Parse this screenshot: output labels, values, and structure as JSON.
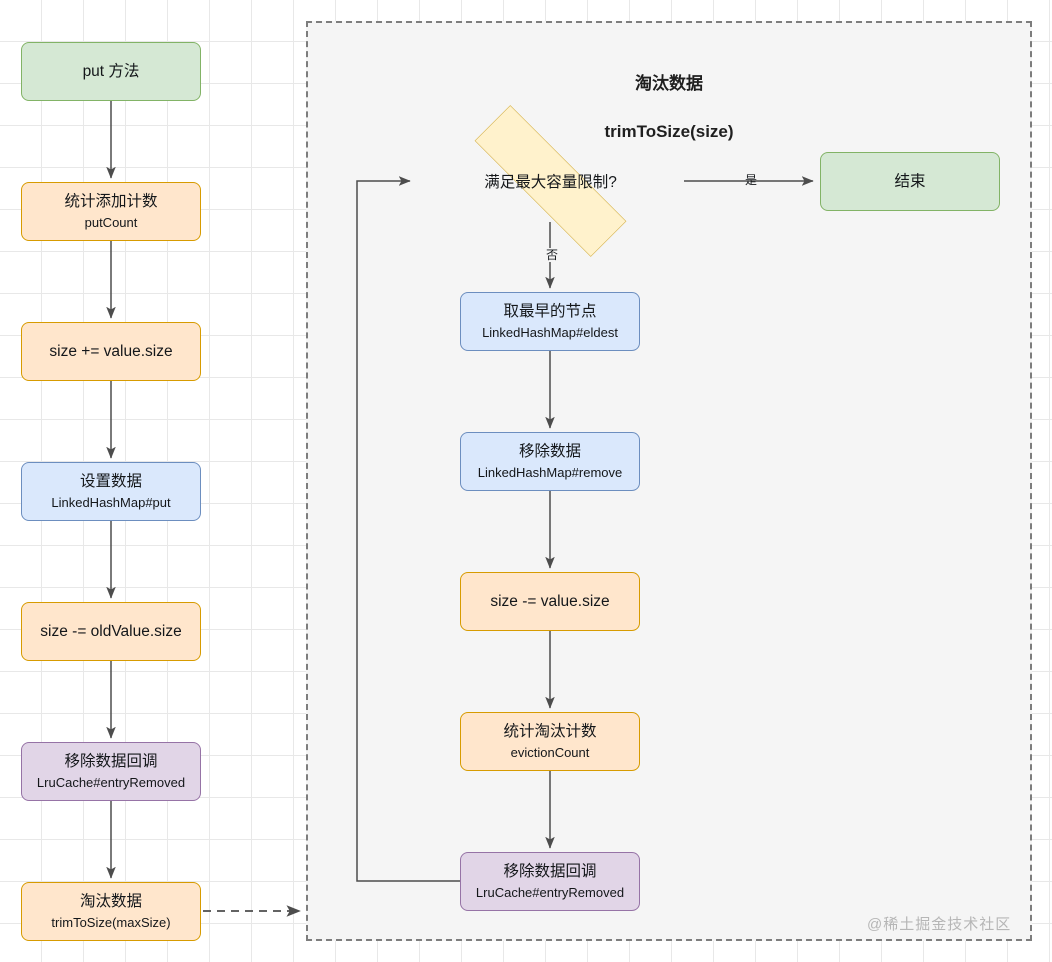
{
  "diagram": {
    "type": "flowchart",
    "watermark": "@稀土掘金技术社区",
    "colors": {
      "green_fill": "#d5e8d4",
      "green_stroke": "#82b366",
      "orange_fill": "#ffe6cc",
      "orange_stroke": "#d79b00",
      "blue_fill": "#dae8fc",
      "blue_stroke": "#6c8ebf",
      "purple_fill": "#e1d5e7",
      "purple_stroke": "#9673a6",
      "yellow_fill": "#fff2cc",
      "yellow_stroke": "#d6b656",
      "edge": "#4d4d4d",
      "container_fill": "#f5f5f5",
      "container_stroke": "#7d7d7d"
    }
  },
  "left_flow": {
    "nodes": [
      {
        "id": "put-method",
        "title": "put 方法",
        "subtitle": "",
        "color": "green"
      },
      {
        "id": "put-count",
        "title": "统计添加计数",
        "subtitle": "putCount",
        "color": "orange"
      },
      {
        "id": "size-add",
        "title": "size += value.size",
        "subtitle": "",
        "color": "orange"
      },
      {
        "id": "lhm-put",
        "title": "设置数据",
        "subtitle": "LinkedHashMap#put",
        "color": "blue"
      },
      {
        "id": "size-sub-old",
        "title": "size -= oldValue.size",
        "subtitle": "",
        "color": "orange"
      },
      {
        "id": "entry-removed",
        "title": "移除数据回调",
        "subtitle": "LruCache#entryRemoved",
        "color": "purple"
      },
      {
        "id": "trim-to-size-call",
        "title": "淘汰数据",
        "subtitle": "trimToSize(maxSize)",
        "color": "orange"
      }
    ]
  },
  "subgraph": {
    "title_line1": "淘汰数据",
    "title_line2": "trimToSize(size)",
    "decision": {
      "id": "capacity-check",
      "label": "满足最大容量限制?"
    },
    "edge_labels": {
      "yes": "是",
      "no": "否"
    },
    "nodes": [
      {
        "id": "end",
        "title": "结束",
        "subtitle": "",
        "color": "green"
      },
      {
        "id": "get-eldest",
        "title": "取最早的节点",
        "subtitle": "LinkedHashMap#eldest",
        "color": "blue"
      },
      {
        "id": "lhm-remove",
        "title": "移除数据",
        "subtitle": "LinkedHashMap#remove",
        "color": "blue"
      },
      {
        "id": "size-sub",
        "title": "size -= value.size",
        "subtitle": "",
        "color": "orange"
      },
      {
        "id": "eviction-count",
        "title": "统计淘汰计数",
        "subtitle": "evictionCount",
        "color": "orange"
      },
      {
        "id": "entry-removed-2",
        "title": "移除数据回调",
        "subtitle": "LruCache#entryRemoved",
        "color": "purple"
      }
    ]
  }
}
